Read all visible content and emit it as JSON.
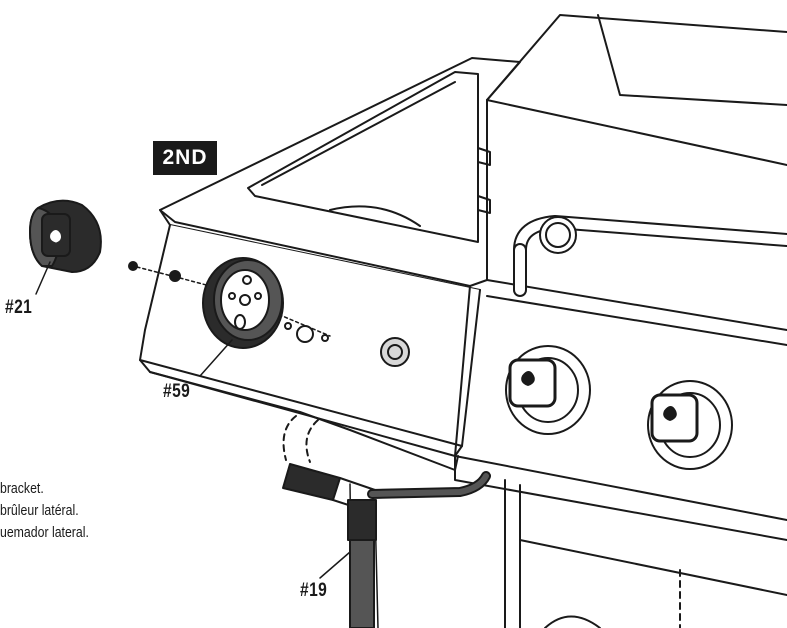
{
  "step_badge": "2ND",
  "parts": {
    "knob": "#21",
    "bezel": "#59",
    "hose": "#19"
  },
  "instructions": [
    "bracket.",
    "brûleur latéral.",
    "uemador lateral."
  ],
  "colors": {
    "line": "#1a1a1a",
    "fill_dark": "#2b2b2b",
    "fill_mid": "#555555",
    "paper": "#ffffff"
  },
  "icons": [
    "flame-icon"
  ]
}
